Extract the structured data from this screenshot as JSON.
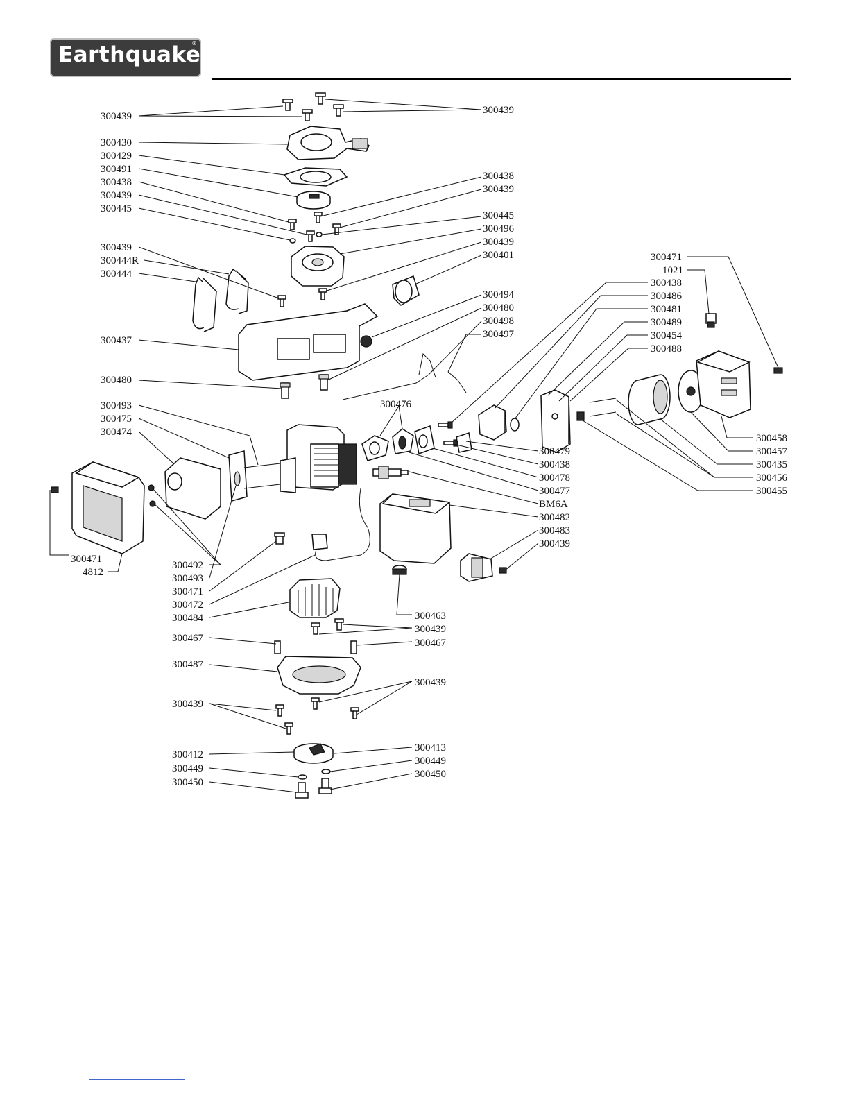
{
  "brand": {
    "name": "Earthquake",
    "mark": "®"
  },
  "labels": {
    "a1": "300439",
    "a2": "300439",
    "b1": "300430",
    "b2": "300429",
    "b3": "300491",
    "b4": "300438",
    "b5": "300439",
    "b6": "300445",
    "c1": "300438",
    "c2": "300439",
    "c3": "300445",
    "c4": "300496",
    "c5": "300439",
    "c6": "300401",
    "d1": "300439",
    "d2": "300444R",
    "d3": "300444",
    "e1": "300494",
    "e2": "300480",
    "e3": "300498",
    "e4": "300497",
    "f1": "300437",
    "f2": "300480",
    "g1": "300493",
    "g2": "300475",
    "g3": "300474",
    "g4": "300476",
    "h1": "300471",
    "h2": "1021",
    "h3": "300438",
    "h4": "300486",
    "h5": "300481",
    "h6": "300489",
    "h7": "300454",
    "h8": "300488",
    "i1": "300458",
    "i2": "300457",
    "i3": "300435",
    "i4": "300456",
    "i5": "300455",
    "j1": "300479",
    "j2": "300438",
    "j3": "300478",
    "j4": "300477",
    "j5": "BM6A",
    "j6": "300482",
    "j7": "300483",
    "j8": "300439",
    "k1": "300492",
    "k2": "300493",
    "k3": "300471",
    "k4": "300472",
    "k5": "300484",
    "l1": "300471",
    "l2": "4812",
    "m1": "300463",
    "m2": "300439",
    "m3": "300467",
    "m4": "300467",
    "m5": "300487",
    "n1": "300439",
    "n2": "300439",
    "o1": "300412",
    "o2": "300449",
    "o3": "300450",
    "o4": "300413",
    "o5": "300449",
    "o6": "300450"
  }
}
